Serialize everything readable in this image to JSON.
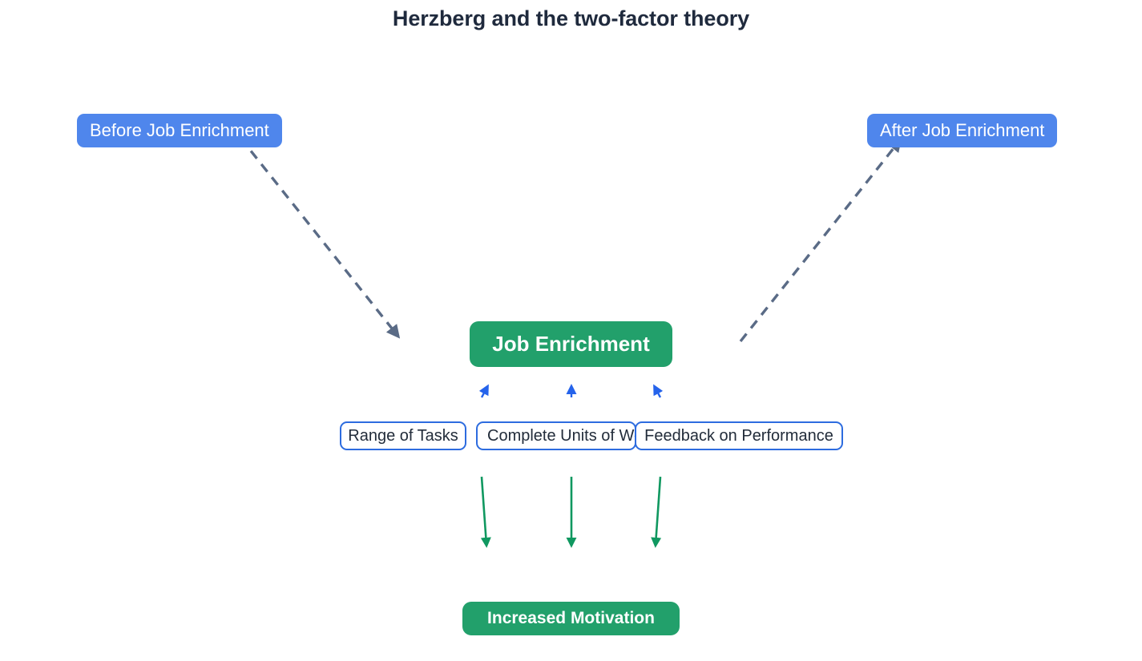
{
  "title": "Herzberg and the two-factor theory",
  "colors": {
    "blue_fill": "#4f86ec",
    "blue_border": "#2d6cdf",
    "green_fill": "#22a06b",
    "arrow_dashed": "#5a6b86",
    "arrow_blue": "#2563eb",
    "arrow_green": "#109860",
    "title_text": "#1f2a3d",
    "node_text_dark": "#222c3a",
    "node_text_light": "#ffffff",
    "background": "#ffffff"
  },
  "nodes": {
    "before": {
      "label": "Before Job Enrichment",
      "style": "blue-pill"
    },
    "after": {
      "label": "After Job Enrichment",
      "style": "blue-pill"
    },
    "job_enrichment": {
      "label": "Job Enrichment",
      "style": "green-solid"
    },
    "increased_motivation": {
      "label": "Increased Motivation",
      "style": "green-solid"
    },
    "factors": [
      {
        "label": "Range of Tasks",
        "style": "white-outline"
      },
      {
        "label": "Complete Units of Work",
        "style": "white-outline",
        "clipped": true
      },
      {
        "label": "Feedback on Performance",
        "style": "white-outline"
      }
    ]
  },
  "connectors": [
    {
      "name": "before-to-job-enrichment",
      "from": "before",
      "to": "job-enrichment",
      "style": "dashed",
      "color": "#5a6b86",
      "direction": "down-right"
    },
    {
      "name": "job-enrichment-to-after",
      "from": "job-enrichment",
      "to": "after",
      "style": "dashed",
      "color": "#5a6b86",
      "direction": "up-right"
    },
    {
      "name": "range-of-tasks-to-job-enrichment",
      "from": "range-of-tasks",
      "to": "job-enrichment",
      "style": "solid",
      "color": "#2563eb",
      "direction": "up-right"
    },
    {
      "name": "complete-units-to-job-enrichment",
      "from": "complete-units-of-work",
      "to": "job-enrichment",
      "style": "solid",
      "color": "#2563eb",
      "direction": "up"
    },
    {
      "name": "feedback-to-job-enrichment",
      "from": "feedback-on-performance",
      "to": "job-enrichment",
      "style": "solid",
      "color": "#2563eb",
      "direction": "up-left"
    },
    {
      "name": "range-of-tasks-to-motivation",
      "from": "range-of-tasks",
      "to": "increased-motivation",
      "style": "solid",
      "color": "#109860",
      "direction": "down"
    },
    {
      "name": "complete-units-to-motivation",
      "from": "complete-units-of-work",
      "to": "increased-motivation",
      "style": "solid",
      "color": "#109860",
      "direction": "down"
    },
    {
      "name": "feedback-to-motivation",
      "from": "feedback-on-performance",
      "to": "increased-motivation",
      "style": "solid",
      "color": "#109860",
      "direction": "down"
    }
  ]
}
